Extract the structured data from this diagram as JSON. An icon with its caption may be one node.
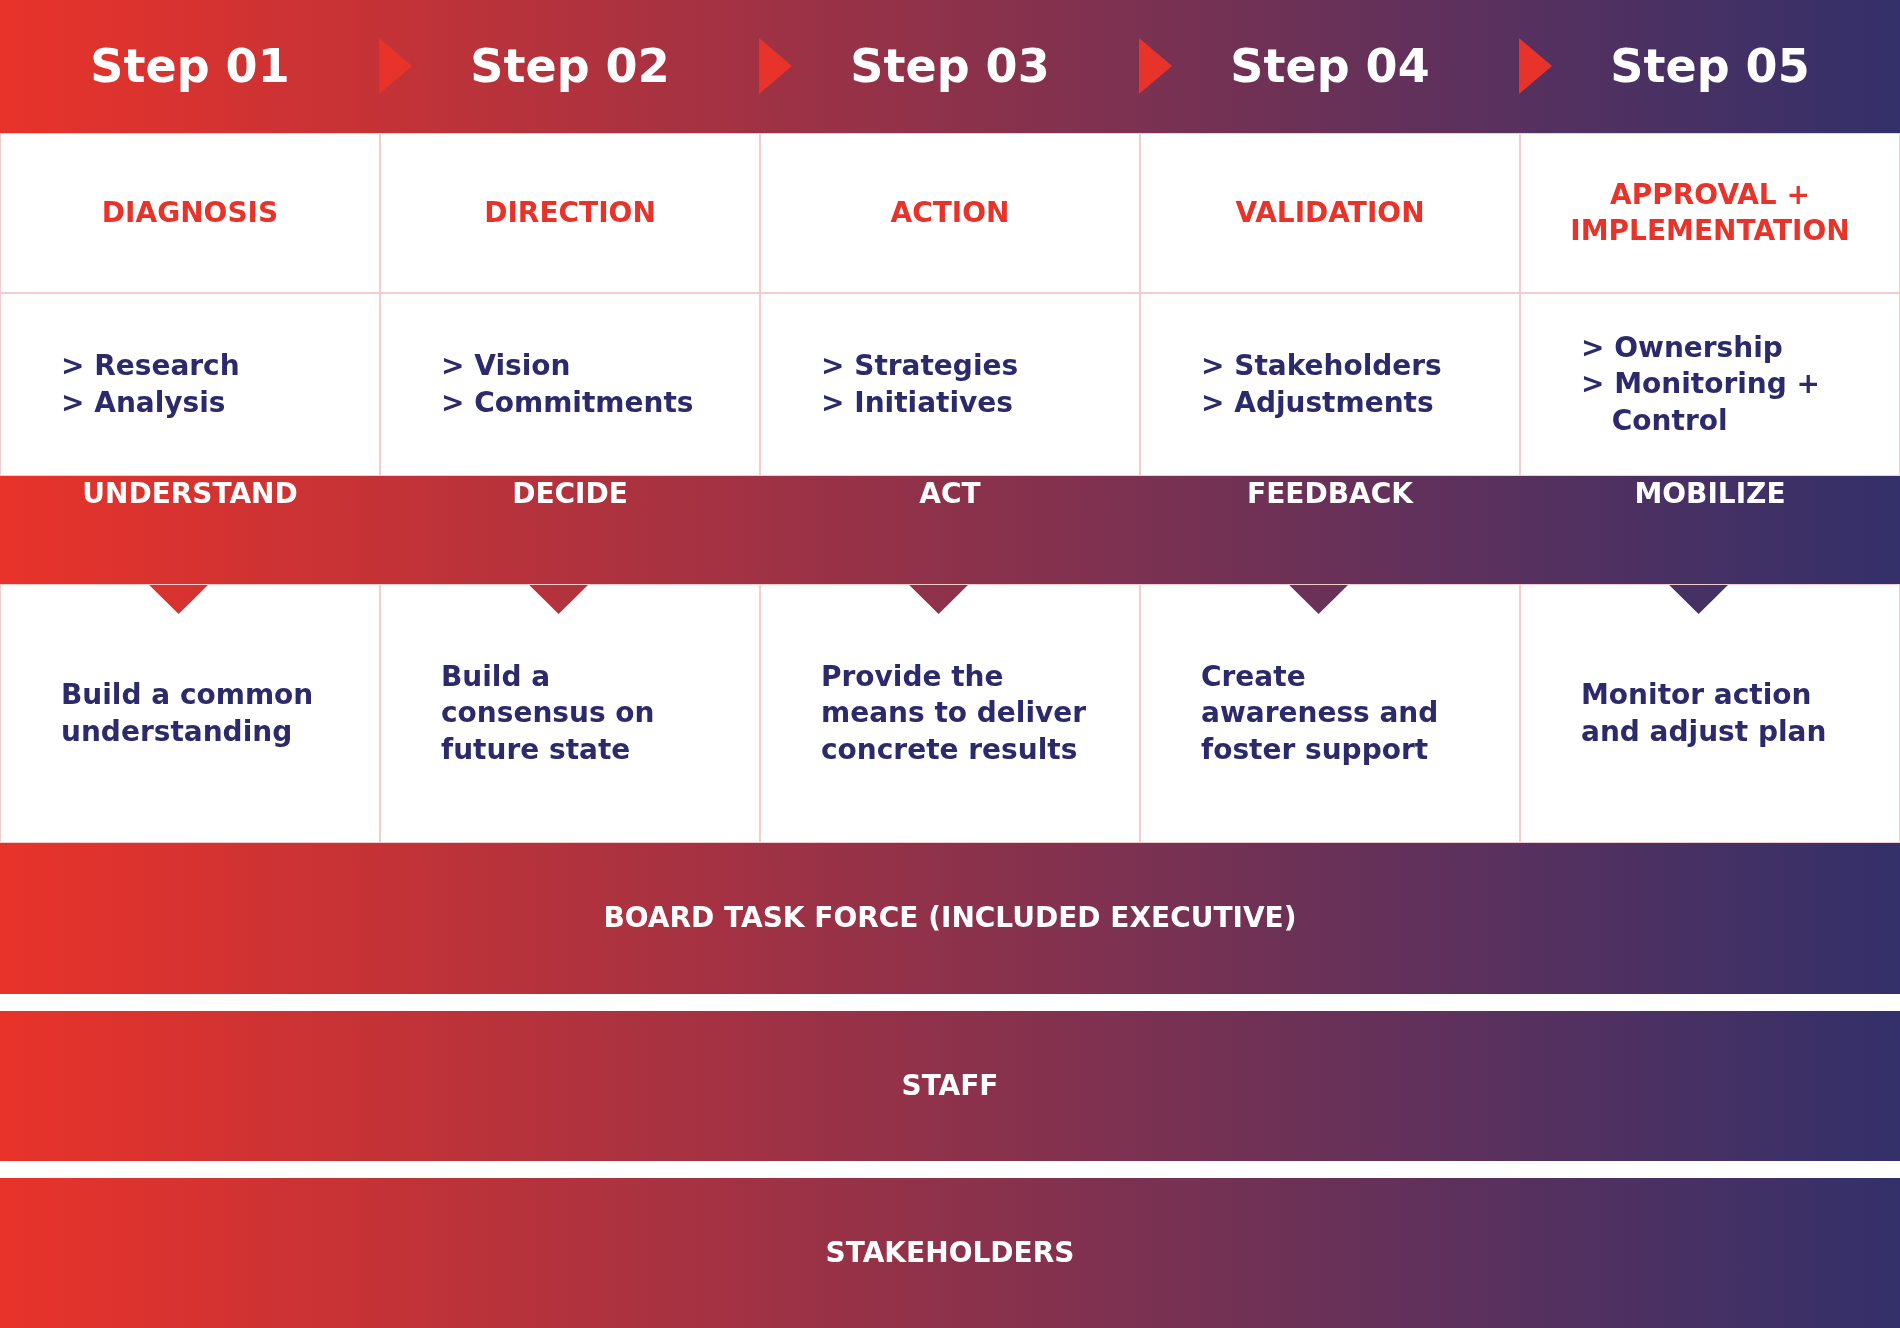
{
  "diagram": {
    "nodes": [
      {
        "text": [
          "Step 01"
        ]
      },
      {
        "text": [
          "Step 02"
        ]
      },
      {
        "text": [
          "Step 03"
        ]
      },
      {
        "text": [
          "Step 04"
        ]
      },
      {
        "text": [
          "Step 05"
        ]
      },
      {
        "text": [
          "DIAGNOSIS"
        ]
      },
      {
        "text": [
          "DIRECTION"
        ]
      },
      {
        "text": [
          "ACTION"
        ]
      },
      {
        "text": [
          "VALIDATION"
        ]
      },
      {
        "text": [
          "APPROVAL + IMPLEMENTATION"
        ]
      },
      {
        "text": [
          "> Research",
          "> Analysis"
        ]
      },
      {
        "text": [
          "> Vision",
          "> Commitments"
        ]
      },
      {
        "text": [
          "> Strategies",
          "> Initiatives"
        ]
      },
      {
        "text": [
          "> Stakeholders",
          "> Adjustments"
        ]
      },
      {
        "text": [
          "> Ownership",
          "> Monitoring + Control"
        ]
      },
      {
        "text": [
          "UNDERSTAND"
        ]
      },
      {
        "text": [
          "DECIDE"
        ]
      },
      {
        "text": [
          "ACT"
        ]
      },
      {
        "text": [
          "FEEDBACK"
        ]
      },
      {
        "text": [
          "MOBILIZE"
        ]
      },
      {
        "text": [
          "Build a common understanding"
        ]
      },
      {
        "text": [
          "Build a consensus on future state"
        ]
      },
      {
        "text": [
          "Provide the means to deliver concrete results"
        ]
      },
      {
        "text": [
          "Create awareness and foster support"
        ]
      },
      {
        "text": [
          "Monitor action and adjust plan"
        ]
      },
      {
        "text": [
          "BOARD TASK FORCE (INCLUDED EXECUTIVE)"
        ]
      },
      {
        "text": [
          "STAFF"
        ]
      },
      {
        "text": [
          "STAKEHOLDERS"
        ]
      }
    ],
    "edges": [
      {
        "from": 0,
        "to": 1,
        "arrow": "to"
      },
      {
        "from": 1,
        "to": 2,
        "arrow": "to"
      },
      {
        "from": 2,
        "to": 3,
        "arrow": "to"
      },
      {
        "from": 3,
        "to": 4,
        "arrow": "to"
      }
    ]
  }
}
